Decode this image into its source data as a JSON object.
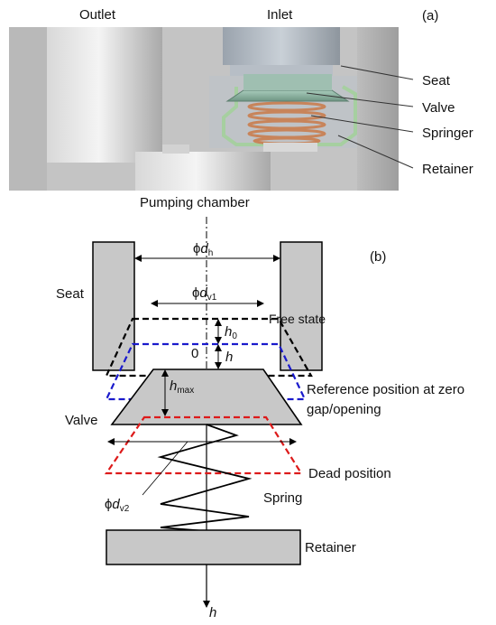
{
  "panel_a": {
    "tag": "(a)",
    "outlet_label": "Outlet",
    "inlet_label": "Inlet",
    "callouts": [
      "Seat",
      "Valve",
      "Springer",
      "Retainer"
    ],
    "pumping_chamber_label": "Pumping chamber"
  },
  "panel_b": {
    "tag": "(b)",
    "seat_label": "Seat",
    "valve_label": "Valve",
    "retainer_label": "Retainer",
    "spring_label": "Spring",
    "dim_dh": {
      "prefix": "ϕ",
      "var": "d",
      "sub": "h"
    },
    "dim_dv1": {
      "prefix": "ϕ",
      "var": "d",
      "sub": "v1"
    },
    "dim_dv2": {
      "prefix": "ϕ",
      "var": "d",
      "sub": "v2"
    },
    "h0": {
      "var": "h",
      "sub": "0"
    },
    "h": {
      "var": "h"
    },
    "hmax": {
      "var": "h",
      "sub": "max"
    },
    "zero": "0",
    "free_state": "Free state",
    "reference_line1": "Reference position at zero",
    "reference_line2": "gap/opening",
    "dead_position": "Dead position",
    "axis_label": "h"
  },
  "colors": {
    "gray_fill": "#c8c8c8",
    "free_state": "#000000",
    "reference": "#1a1acc",
    "dead": "#dd1a1a",
    "valve_green": "#8fb5a3",
    "spring_copper": "#c8845a"
  }
}
